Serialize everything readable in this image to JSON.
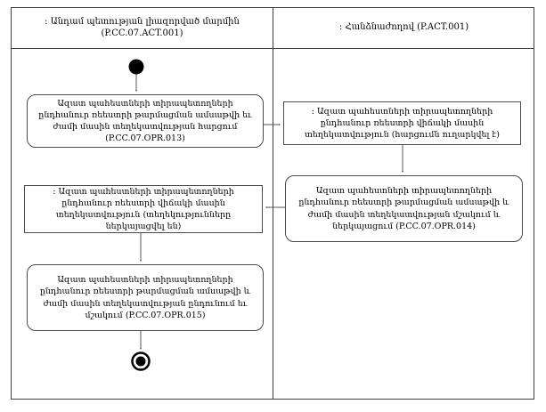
{
  "diagram": {
    "type": "uml-activity-swimlane",
    "lanes": {
      "left": {
        "title": ": Անդամ պետության լիազորված մարմին (P.CC.07.ACT.001)"
      },
      "right": {
        "title": ": Հանձնաժողով (P.ACT.001)"
      }
    },
    "nodes": {
      "action_opr013": "Ազատ պահեստների տիրապետողների ընդհանուր ռեեստրի թարմացման ամսաթվի եւ ժամի մասին տեղեկատվության հարցում (P.CC.07.OPR.013)",
      "object_request_sent": ": Ազատ պահեստների տիրապետողների ընդհանուր ռեեստրի վիճակի մասին տեղեկատվություն (հարցումն ուղարկվել է)",
      "action_opr014": "Ազատ պահեստների տիրապետողների ընդհանուր ռեեստրի թարմացման ամսաթվի և ժամի մասին տեղեկատվության մշակում և ներկայացում (P.CC.07.OPR.014)",
      "object_info_submitted": ": Ազատ պահեստների տիրապետողների ընդհանուր ռեեստրի վիճակի մասին տեղեկատվություն (տեղեկությունները ներկայացվել են)",
      "action_opr015": "Ազատ պահեստների տիրապետողների ընդհանուր ռեեստրի թարմացման ամսաթվի և ժամի մասին տեղեկատվության ընդունում եւ մշակում (P.CC.07.OPR.015)"
    },
    "flow": [
      "start -> action_opr013",
      "action_opr013 -> object_request_sent",
      "object_request_sent -> action_opr014",
      "action_opr014 -> object_info_submitted",
      "object_info_submitted -> action_opr015",
      "action_opr015 -> final"
    ],
    "colors": {
      "background": "#ffffff",
      "border": "#3f3f3f",
      "node_border": "#4a4a4a",
      "connector": "#555555",
      "node_fill": "#ffffff",
      "text": "#000000"
    }
  }
}
